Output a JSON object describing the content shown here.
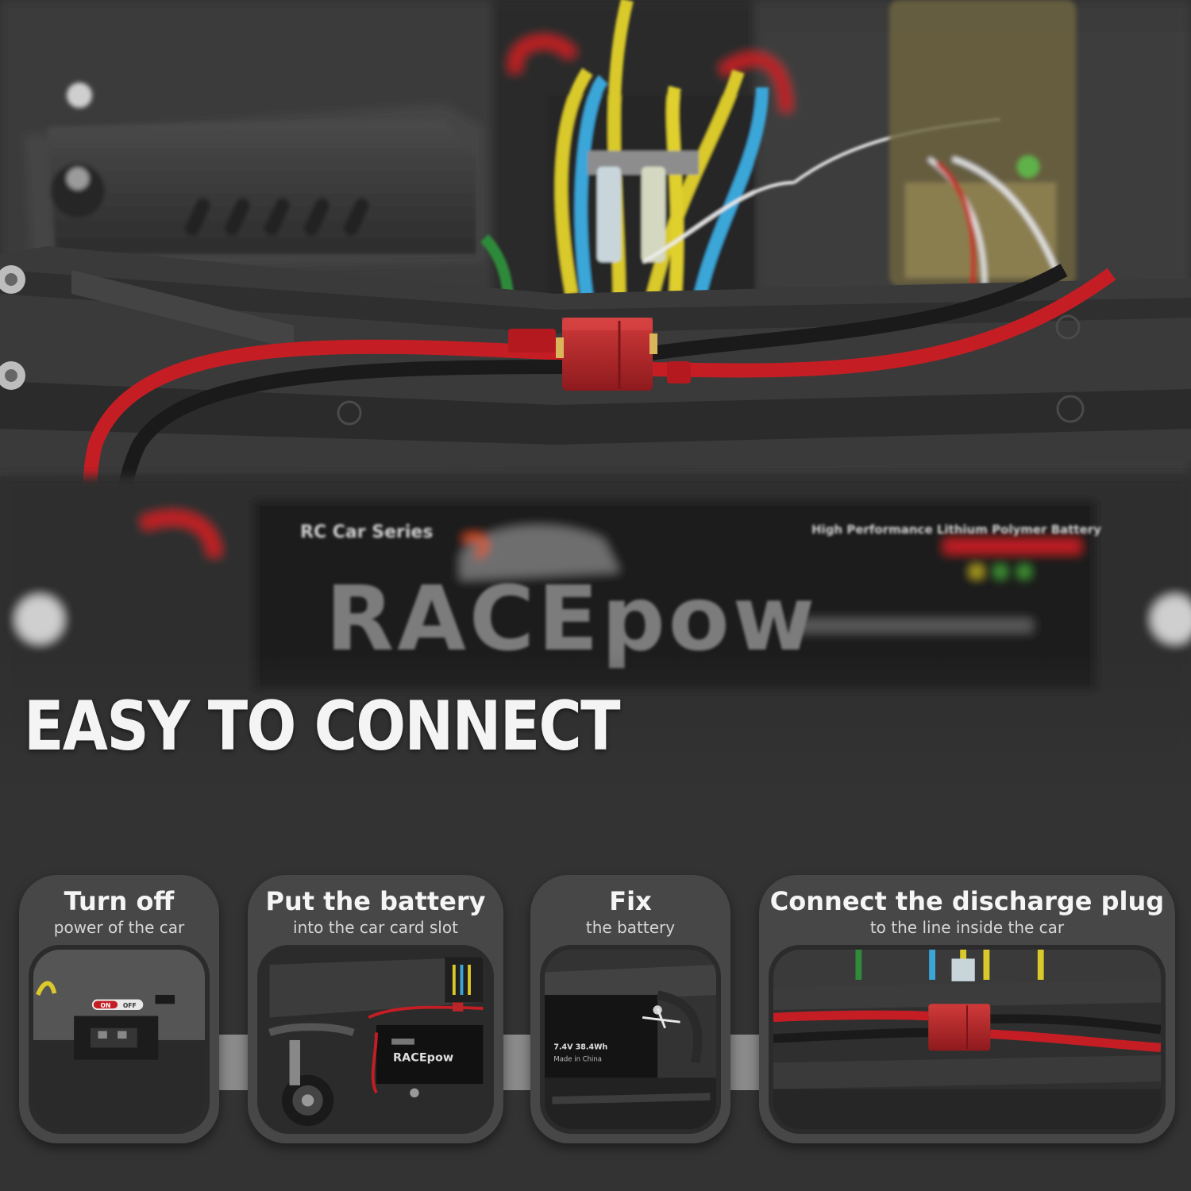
{
  "headline": "EASY TO CONNECT",
  "battery_label": {
    "series": "RC Car Series",
    "tagline": "High Performance Lithium Polymer Battery",
    "brand": "RACEpow"
  },
  "switch_labels": {
    "on": "ON",
    "off": "OFF"
  },
  "steps": [
    {
      "title": "Turn off",
      "subtitle": "power of the car"
    },
    {
      "title": "Put the battery",
      "subtitle": "into the car card slot"
    },
    {
      "title": "Fix",
      "subtitle": "the battery"
    },
    {
      "title": "Connect the discharge plug",
      "subtitle": "to the line inside the car"
    }
  ],
  "step_images": {
    "battery_brand": "RACEpow",
    "battery_specs": "7.4V 38.4Wh",
    "made_in": "Made in China"
  },
  "colors": {
    "background": "#333333",
    "card": "#474747",
    "connector_strip": "#8a8a8a",
    "wire_red": "#c41e24",
    "wire_black": "#1a1a1a",
    "plug_red": "#b8262a"
  }
}
